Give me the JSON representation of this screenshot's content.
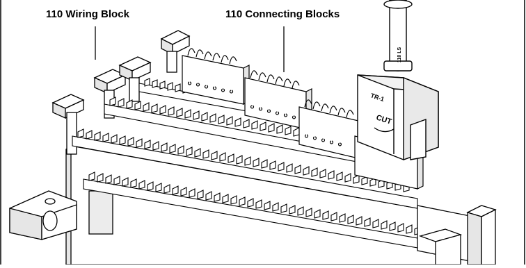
{
  "labels": {
    "wiring_block": "110 Wiring Block",
    "connecting_blocks": "110 Connecting Blocks"
  },
  "tool": {
    "shaft_text": "110 LS",
    "head_text_top": "TR-1",
    "head_text_cut": "CUT"
  },
  "colors": {
    "line": "#000000",
    "fill": "#ffffff",
    "shade": "#d9d9d9"
  }
}
